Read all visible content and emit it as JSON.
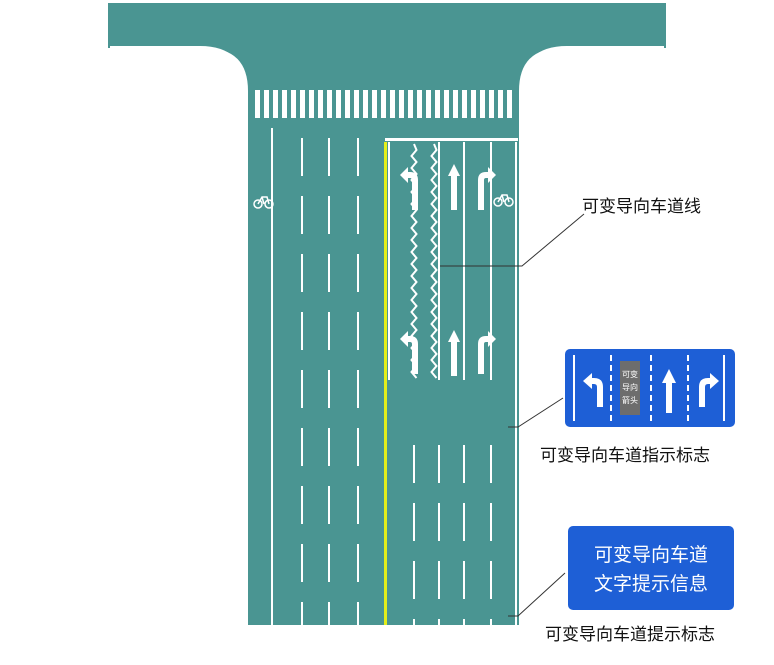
{
  "colors": {
    "road": "#4a9592",
    "marking": "#ffffff",
    "center_line": "#e4ee1a",
    "sign_blue": "#1e5fd6",
    "sign_panel_gray": "#6d6d6d",
    "callout_line": "#333333"
  },
  "callouts": {
    "variable_lane_line": "可变导向车道线",
    "indicator_sign": "可变导向车道指示标志",
    "prompt_sign": "可变导向车道提示标志"
  },
  "indicator_sign": {
    "variable_panel_text": [
      "可变",
      "导向",
      "箭头"
    ],
    "arrows": [
      "left-turn-arrow-icon",
      "variable-arrow-panel",
      "straight-arrow-icon",
      "right-turn-arrow-icon"
    ]
  },
  "prompt_sign": {
    "line1": "可变导向车道",
    "line2": "文字提示信息"
  },
  "icons": {
    "bicycle_left": "bicycle-icon",
    "bicycle_right": "bicycle-icon"
  }
}
